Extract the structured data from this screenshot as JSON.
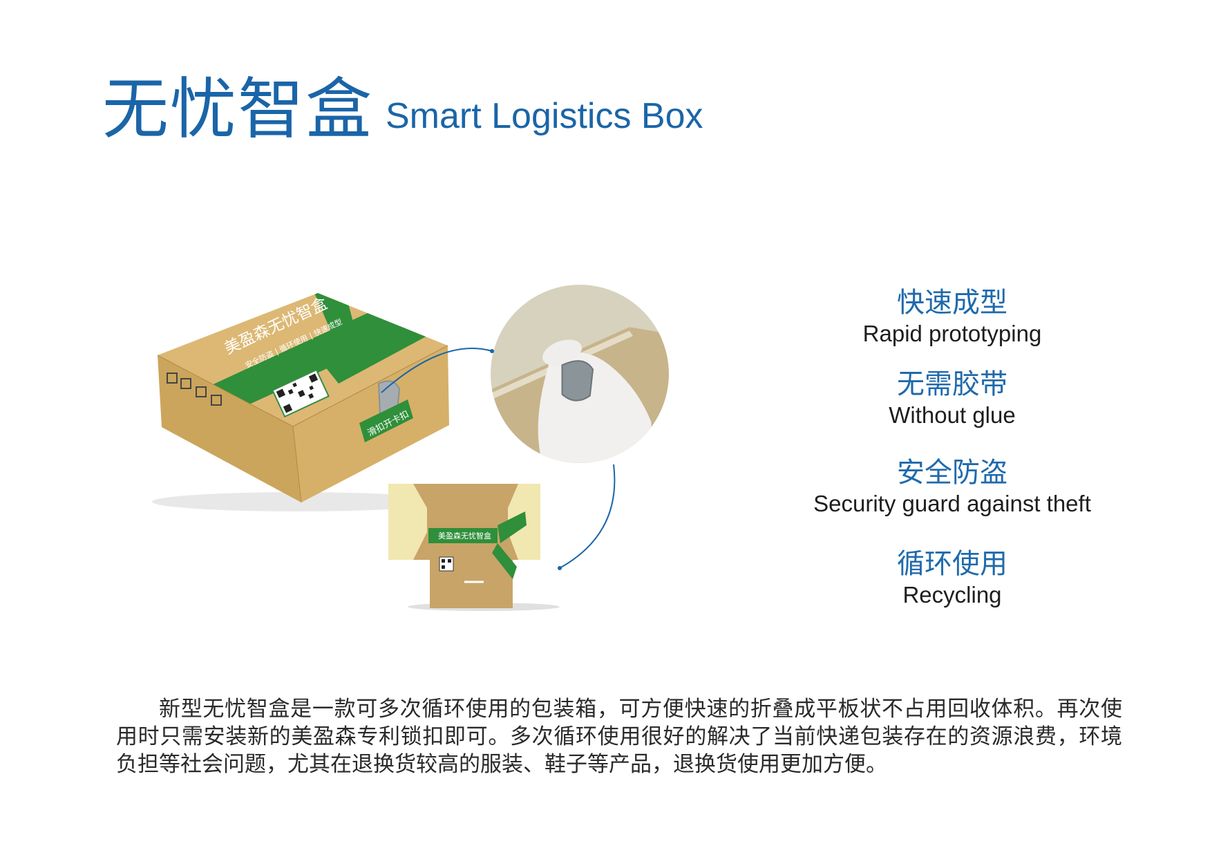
{
  "header": {
    "title_cn": "无忧智盒",
    "title_en": "Smart Logistics Box"
  },
  "box_print": {
    "brand": "美盈森无忧智盒",
    "slogan": "安全防盗 | 循环使用 | 快速成型",
    "tear_label": "滑扣开卡扣"
  },
  "features": [
    {
      "cn": "快速成型",
      "en": "Rapid prototyping"
    },
    {
      "cn": "无需胶带",
      "en": "Without glue"
    },
    {
      "cn": "安全防盗",
      "en": "Security guard against theft"
    },
    {
      "cn": "循环使用",
      "en": "Recycling"
    }
  ],
  "description": "新型无忧智盒是一款可多次循环使用的包装箱，可方便快速的折叠成平板状不占用回收体积。再次使用时只需安装新的美盈森专利锁扣即可。多次循环使用很好的解决了当前快递包装存在的资源浪费，环境负担等社会问题，尤其在退换货较高的服装、鞋子等产品，退换货使用更加方便。",
  "colors": {
    "title_blue": "#1a65a8",
    "box_kraft": "#d8b36d",
    "box_green": "#2f8f3a"
  }
}
